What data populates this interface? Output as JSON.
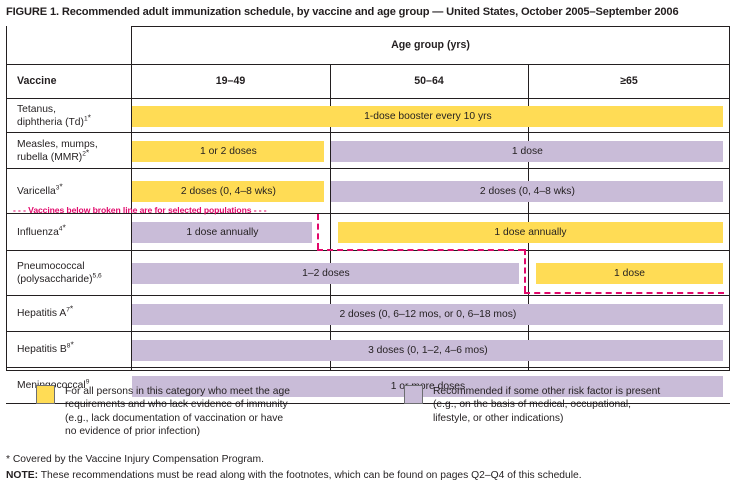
{
  "figure": {
    "title": "FIGURE 1. Recommended adult immunization schedule, by vaccine and age group — United States, October 2005–September 2006"
  },
  "table": {
    "header": {
      "age_group": "Age group (yrs)",
      "vaccine": "Vaccine",
      "columns": [
        "19–49",
        "50–64",
        "≥65"
      ]
    },
    "broken_line_note": "Vaccines below broken line are for selected populations",
    "rows": [
      {
        "name_lines": [
          "Tetanus,",
          "diphtheria (Td)"
        ],
        "footnote": "1",
        "star": "*",
        "bars": [
          {
            "label": "1-dose booster every 10 yrs",
            "color": "yellow",
            "span": "all"
          }
        ]
      },
      {
        "name_lines": [
          "Measles, mumps,",
          "rubella (MMR)"
        ],
        "footnote": "2",
        "star": "*",
        "bars": [
          {
            "label": "1 or 2 doses",
            "color": "yellow",
            "span": "col1"
          },
          {
            "label": "1 dose",
            "color": "purple",
            "span": "col2-3"
          }
        ]
      },
      {
        "name_lines": [
          "Varicella"
        ],
        "footnote": "3",
        "star": "*",
        "bars": [
          {
            "label": "2 doses (0, 4–8 wks)",
            "color": "yellow",
            "span": "col1"
          },
          {
            "label": "2 doses (0, 4–8 wks)",
            "color": "purple",
            "span": "col2-3"
          }
        ]
      },
      {
        "name_lines": [
          "Influenza"
        ],
        "footnote": "4",
        "star": "*",
        "bars": [
          {
            "label": "1 dose annually",
            "color": "purple",
            "span": "col1-short"
          },
          {
            "label": "1 dose annually",
            "color": "yellow",
            "span": "col2-3-inset"
          }
        ]
      },
      {
        "name_lines": [
          "Pneumococcal",
          "(polysaccharide)"
        ],
        "footnote": "5,6",
        "star": "",
        "bars": [
          {
            "label": "1–2 doses",
            "color": "purple",
            "span": "col1-2"
          },
          {
            "label": "1 dose",
            "color": "yellow",
            "span": "col3-inset"
          }
        ]
      },
      {
        "name_lines": [
          "Hepatitis A"
        ],
        "footnote": "7",
        "star": "*",
        "bars": [
          {
            "label": "2 doses (0, 6–12 mos, or 0, 6–18 mos)",
            "color": "purple",
            "span": "all"
          }
        ]
      },
      {
        "name_lines": [
          "Hepatitis B"
        ],
        "footnote": "8",
        "star": "*",
        "bars": [
          {
            "label": "3 doses (0, 1–2, 4–6 mos)",
            "color": "purple",
            "span": "all"
          }
        ]
      },
      {
        "name_lines": [
          "Meningococcal"
        ],
        "footnote": "9",
        "star": "",
        "bars": [
          {
            "label": "1 or more doses",
            "color": "purple",
            "span": "all"
          }
        ]
      }
    ]
  },
  "legend": {
    "yellow": {
      "color": "#ffdc55",
      "lines": [
        "For all persons in this category who meet the age",
        "requirements and who lack evidence of immunity",
        "(e.g., lack documentation of vaccination or have",
        "no evidence of prior infection)"
      ]
    },
    "purple": {
      "color": "#c9bcd8",
      "lines": [
        "Recommended if some other risk factor is present",
        "(e.g., on the basis of medical, occupational,",
        "lifestyle, or other indications)"
      ]
    }
  },
  "footnotes": {
    "star_note": "* Covered by the Vaccine Injury Compensation Program.",
    "note_label": "NOTE:",
    "note_text": " These recommendations must be read along with the footnotes, which can be found on pages Q2–Q4 of this schedule."
  }
}
